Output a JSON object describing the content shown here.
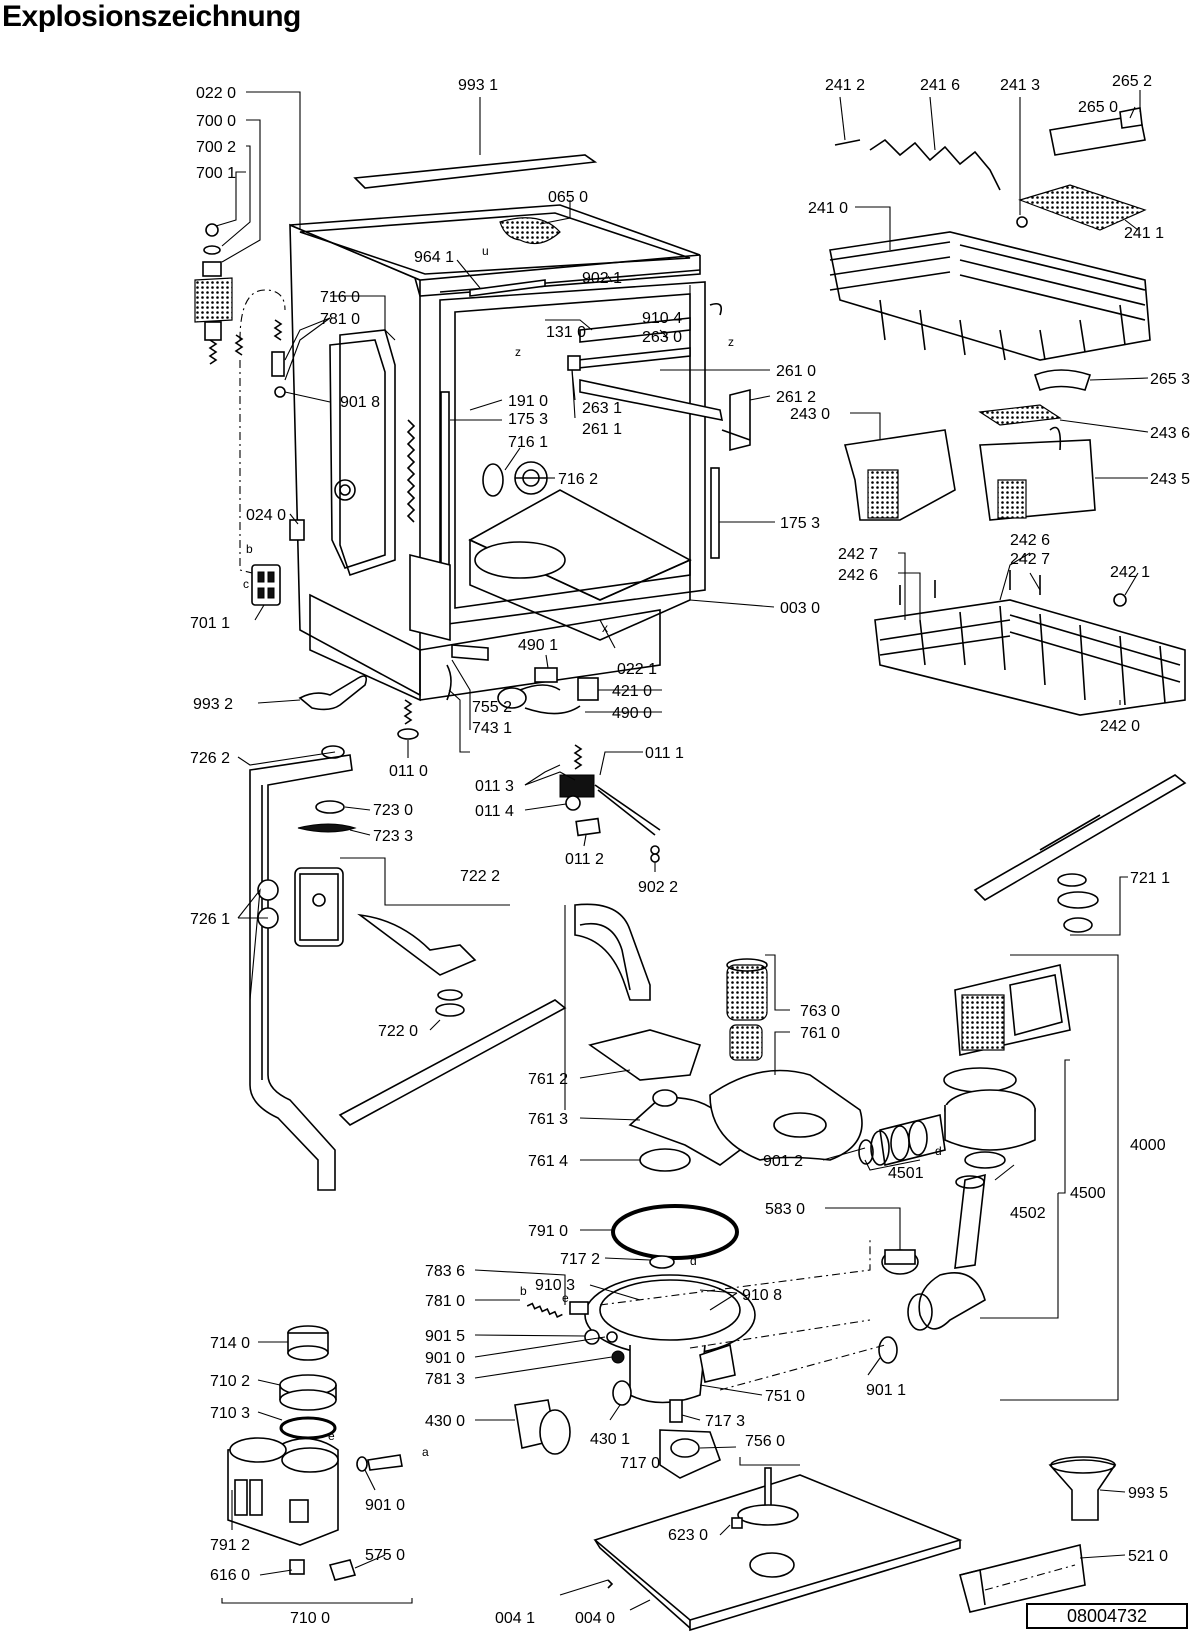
{
  "title": "Explosionszeichnung",
  "document_number": "08004732",
  "labels": {
    "l0220": "022 0",
    "l7000": "700 0",
    "l7002": "700 2",
    "l7001": "700 1",
    "l9931": "993 1",
    "l0650": "065 0",
    "l9641": "964 1",
    "l9021": "902 1",
    "l9104": "910 4",
    "l2630": "263 0",
    "l1310": "131 0",
    "l7160": "716 0",
    "l7810": "781 0",
    "l9018": "901 8",
    "l1910": "191 0",
    "l1753a": "175 3",
    "l7161": "716 1",
    "l7162": "716 2",
    "l2631": "263 1",
    "l2611": "261 1",
    "l2610": "261 0",
    "l2612": "261 2",
    "l0240": "024 0",
    "l1753b": "175 3",
    "l0030": "003 0",
    "l7011": "701 1",
    "l4901": "490 1",
    "l0221": "022 1",
    "l4210": "421 0",
    "l4900": "490 0",
    "l9932": "993 2",
    "l7552": "755 2",
    "l7431": "743 1",
    "l0110": "011 0",
    "l0111": "011 1",
    "l0113": "011 3",
    "l0114": "011 4",
    "l0112": "011 2",
    "l9022": "902 2",
    "l7262": "726 2",
    "l7230": "723 0",
    "l7233": "723 3",
    "l7222": "722 2",
    "l7261": "726 1",
    "l7220": "722 0",
    "l2412": "241 2",
    "l2416": "241 6",
    "l2413": "241 3",
    "l2652": "265 2",
    "l2650": "265 0",
    "l2410": "241 0",
    "l2411": "241 1",
    "l2653": "265 3",
    "l2430": "243 0",
    "l2436": "243 6",
    "l2435": "243 5",
    "l2427a": "242 7",
    "l2426a": "242 6",
    "l2426b": "242 6",
    "l2427b": "242 7",
    "l2421": "242 1",
    "l2420": "242 0",
    "l7211": "721 1",
    "l7630": "763 0",
    "l7610": "761 0",
    "l7612": "761 2",
    "l7613": "761 3",
    "l7614": "761 4",
    "l9012": "901 2",
    "l4501": "4501",
    "l4502": "4502",
    "l4500": "4500",
    "l4000": "4000",
    "l7910": "791 0",
    "l5830": "583 0",
    "l7172": "717 2",
    "l9103": "910 3",
    "l9108": "910 8",
    "l7836": "783 6",
    "l7810b": "781 0",
    "l9015": "901 5",
    "l9010": "901 0",
    "l7813": "781 3",
    "l9011": "901 1",
    "l7510": "751 0",
    "l4300": "430 0",
    "l4301": "430 1",
    "l7173": "717 3",
    "l7560": "756 0",
    "l7170": "717 0",
    "l7140": "714 0",
    "l7102": "710 2",
    "l7103": "710 3",
    "l9010b": "901 0",
    "l7912": "791 2",
    "l6160": "616 0",
    "l5750": "575 0",
    "l7100": "710 0",
    "l6230": "623 0",
    "l9935": "993 5",
    "l5210": "521 0",
    "l0041": "004 1",
    "l0040": "004 0",
    "m_b1": "b",
    "m_c": "c",
    "m_b2": "b",
    "m_e1": "e",
    "m_e2": "e",
    "m_a": "a",
    "m_d1": "d",
    "m_d2": "d",
    "m_x": "x",
    "m_z1": "z",
    "m_z2": "z",
    "m_u": "u"
  }
}
